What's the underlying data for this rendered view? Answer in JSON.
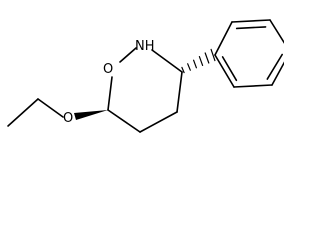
{
  "molecule": {
    "atoms": {
      "oxygen_ring": "O",
      "nitrogen_h": "NH",
      "oxygen_ether": "O"
    }
  }
}
